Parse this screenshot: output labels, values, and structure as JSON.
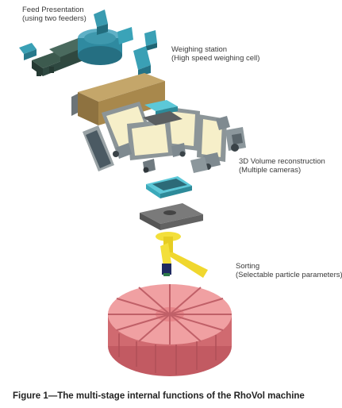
{
  "labels": {
    "feed": {
      "line1": "Feed Presentation",
      "line2": "(using two feeders)"
    },
    "weighing": {
      "line1": "Weighing station",
      "line2": "(High speed weighing cell)"
    },
    "volume": {
      "line1": "3D Volume reconstruction",
      "line2": "(Multiple cameras)"
    },
    "sorting": {
      "line1": "Sorting",
      "line2": "(Selectable particle parameters)"
    }
  },
  "caption": "Figure 1—The multi-stage internal functions of the RhoVol machine",
  "colors": {
    "feeder_teal": "#2f8aa0",
    "feeder_dark": "#2f4a40",
    "weigh_housing": "#a8884c",
    "frame_grey": "#9aa3a6",
    "panel_cream": "#f6efc9",
    "camera_grey": "#7f8a90",
    "tray_cyan": "#5cc8d8",
    "plate_dark": "#6e6e6e",
    "sorter_yellow": "#f3df3a",
    "carousel_pink": "#e8868a"
  }
}
